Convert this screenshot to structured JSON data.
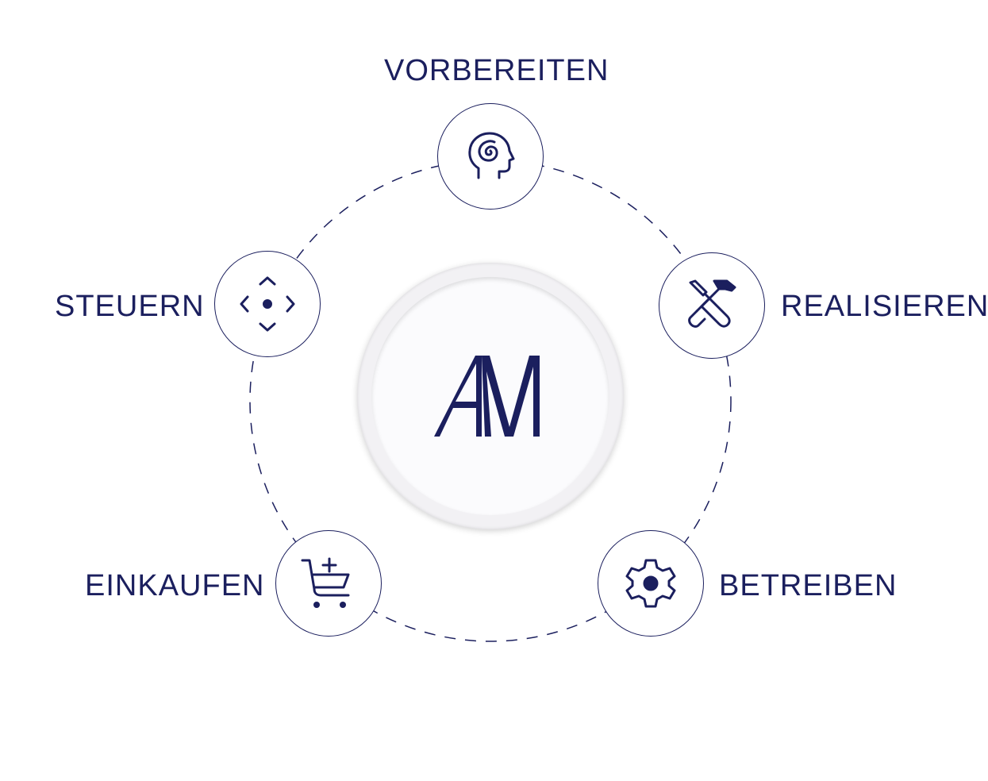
{
  "colors": {
    "primary": "#1b1f5e",
    "center_ring": "#f2f1f4"
  },
  "center": {
    "logo_text": "AM",
    "icon": "am-logo"
  },
  "nodes": [
    {
      "id": "vorbereiten",
      "label": "VORBEREITEN",
      "icon": "head-spiral-icon"
    },
    {
      "id": "realisieren",
      "label": "REALISIEREN",
      "icon": "tools-icon"
    },
    {
      "id": "betreiben",
      "label": "BETREIBEN",
      "icon": "gear-icon"
    },
    {
      "id": "einkaufen",
      "label": "EINKAUFEN",
      "icon": "cart-add-icon"
    },
    {
      "id": "steuern",
      "label": "STEUERN",
      "icon": "target-icon"
    }
  ]
}
